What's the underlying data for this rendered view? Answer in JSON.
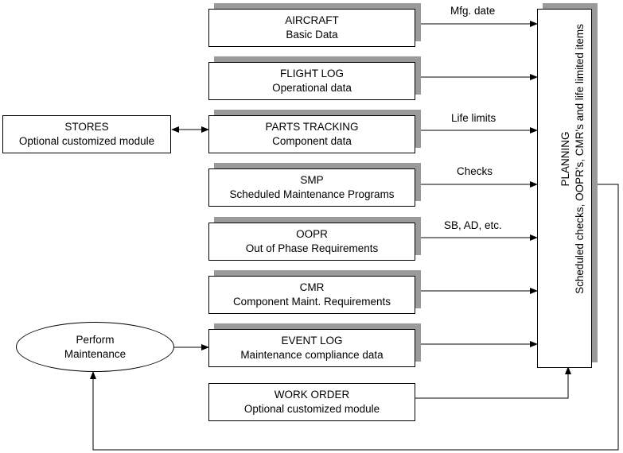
{
  "modules": {
    "aircraft": {
      "title": "AIRCRAFT",
      "subtitle": "Basic Data"
    },
    "flight_log": {
      "title": "FLIGHT LOG",
      "subtitle": "Operational data"
    },
    "parts_tracking": {
      "title": "PARTS TRACKING",
      "subtitle": "Component data"
    },
    "smp": {
      "title": "SMP",
      "subtitle": "Scheduled Maintenance Programs"
    },
    "oopr": {
      "title": "OOPR",
      "subtitle": "Out of Phase Requirements"
    },
    "cmr": {
      "title": "CMR",
      "subtitle": "Component Maint. Requirements"
    },
    "event_log": {
      "title": "EVENT LOG",
      "subtitle": "Maintenance compliance data"
    },
    "work_order": {
      "title": "WORK ORDER",
      "subtitle": "Optional customized module"
    },
    "stores": {
      "title": "STORES",
      "subtitle": "Optional customized module"
    }
  },
  "perform_maintenance": {
    "line1": "Perform",
    "line2": "Maintenance"
  },
  "planning": {
    "title": "PLANNING",
    "subtitle": "Scheduled checks, OOPR's, CMR's and life limited items"
  },
  "arrow_labels": {
    "mfg_date": "Mfg. date",
    "life_limits": "Life limits",
    "checks": "Checks",
    "sb_ad": "SB, AD, etc."
  },
  "colors": {
    "line": "#000000",
    "shadow": "#9a9a9a",
    "background": "#ffffff"
  }
}
